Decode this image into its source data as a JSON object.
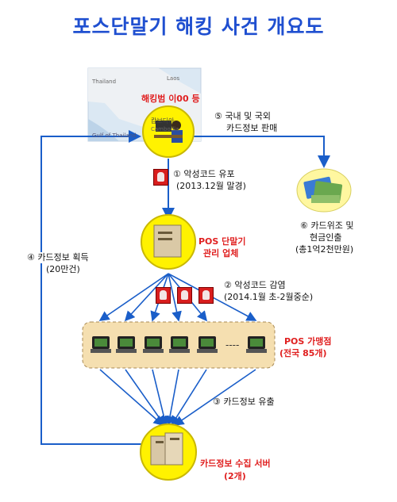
{
  "title": "포스단말기 해킹 사건 개요도",
  "hacker": {
    "label": "해킹범 이00 등",
    "map_labels": [
      "캄보디아",
      "Cambodia",
      "Gulf of Thailand",
      "Thailand",
      "Laos"
    ]
  },
  "step1": {
    "num": "①",
    "text": "악성코드 유포",
    "sub": "(2013.12월 말경)"
  },
  "step2": {
    "num": "②",
    "text": "악성코드 감염",
    "sub": "(2014.1월 초-2월중순)"
  },
  "step3": {
    "num": "③",
    "text": "카드정보 유출"
  },
  "step4": {
    "num": "④",
    "text": "카드정보 획득",
    "sub": "(20만건)"
  },
  "step5": {
    "num": "⑤",
    "text": "국내 및 국외",
    "sub": "카드정보 판매"
  },
  "step6": {
    "num": "⑥",
    "text": "카드위조 및",
    "sub": "현금인출",
    "sub2": "(총1억2천만원)"
  },
  "pos_vendor": {
    "line1": "POS 단말기",
    "line2": "관리 업체"
  },
  "pos_stores": {
    "line1": "POS 가맹점",
    "line2": "(전국 85개)",
    "dashes": "----"
  },
  "server": {
    "line1": "카드정보 수집 서버",
    "line2": "(2개)"
  },
  "colors": {
    "title": "#1f4fd0",
    "arrow": "#1a5ec9",
    "circle": "#fff200",
    "red": "#e02020",
    "band": "#f5dfb0"
  }
}
